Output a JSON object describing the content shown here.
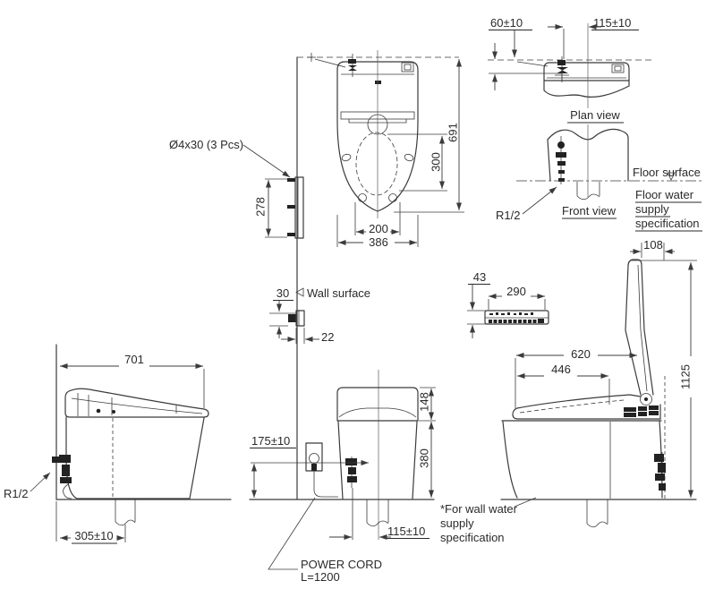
{
  "views": {
    "plan_top": {
      "dim_depth": "691",
      "dim_bowl_center": "300",
      "dim_hole_spacing": "200",
      "dim_width": "386"
    },
    "mounting": {
      "screw_label": "Ø4x30 (3 Pcs)",
      "dim_plate_height": "278"
    },
    "wall_detail": {
      "label_wall_surface": "Wall surface",
      "dim_offset": "30",
      "dim_thickness": "22"
    },
    "plan_back": {
      "caption": "Plan view",
      "dim_supply_to_wall": "60±10",
      "dim_supply_to_center": "115±10"
    },
    "front_back": {
      "caption": "Front view",
      "label_thread": "R1/2",
      "label_floor_surface": "Floor surface",
      "note": [
        "Floor water",
        "supply",
        "specification"
      ]
    },
    "remote": {
      "dim_height": "43",
      "dim_width": "290"
    },
    "side_closed": {
      "dim_length": "701",
      "label_thread": "R1/2",
      "dim_drain_offset": "305±10"
    },
    "front_main": {
      "dim_outlet_height": "175±10",
      "dim_tank_height": "148",
      "dim_body_height": "380",
      "dim_supply_to_center": "115±10",
      "power_cord": [
        "POWER CORD",
        "L=1200"
      ]
    },
    "side_open": {
      "dim_lid_to_wall": "108",
      "dim_total_depth": "620",
      "dim_seat_depth": "446",
      "dim_total_height": "1125",
      "note": [
        "*For wall water",
        "supply",
        "specification"
      ]
    }
  }
}
